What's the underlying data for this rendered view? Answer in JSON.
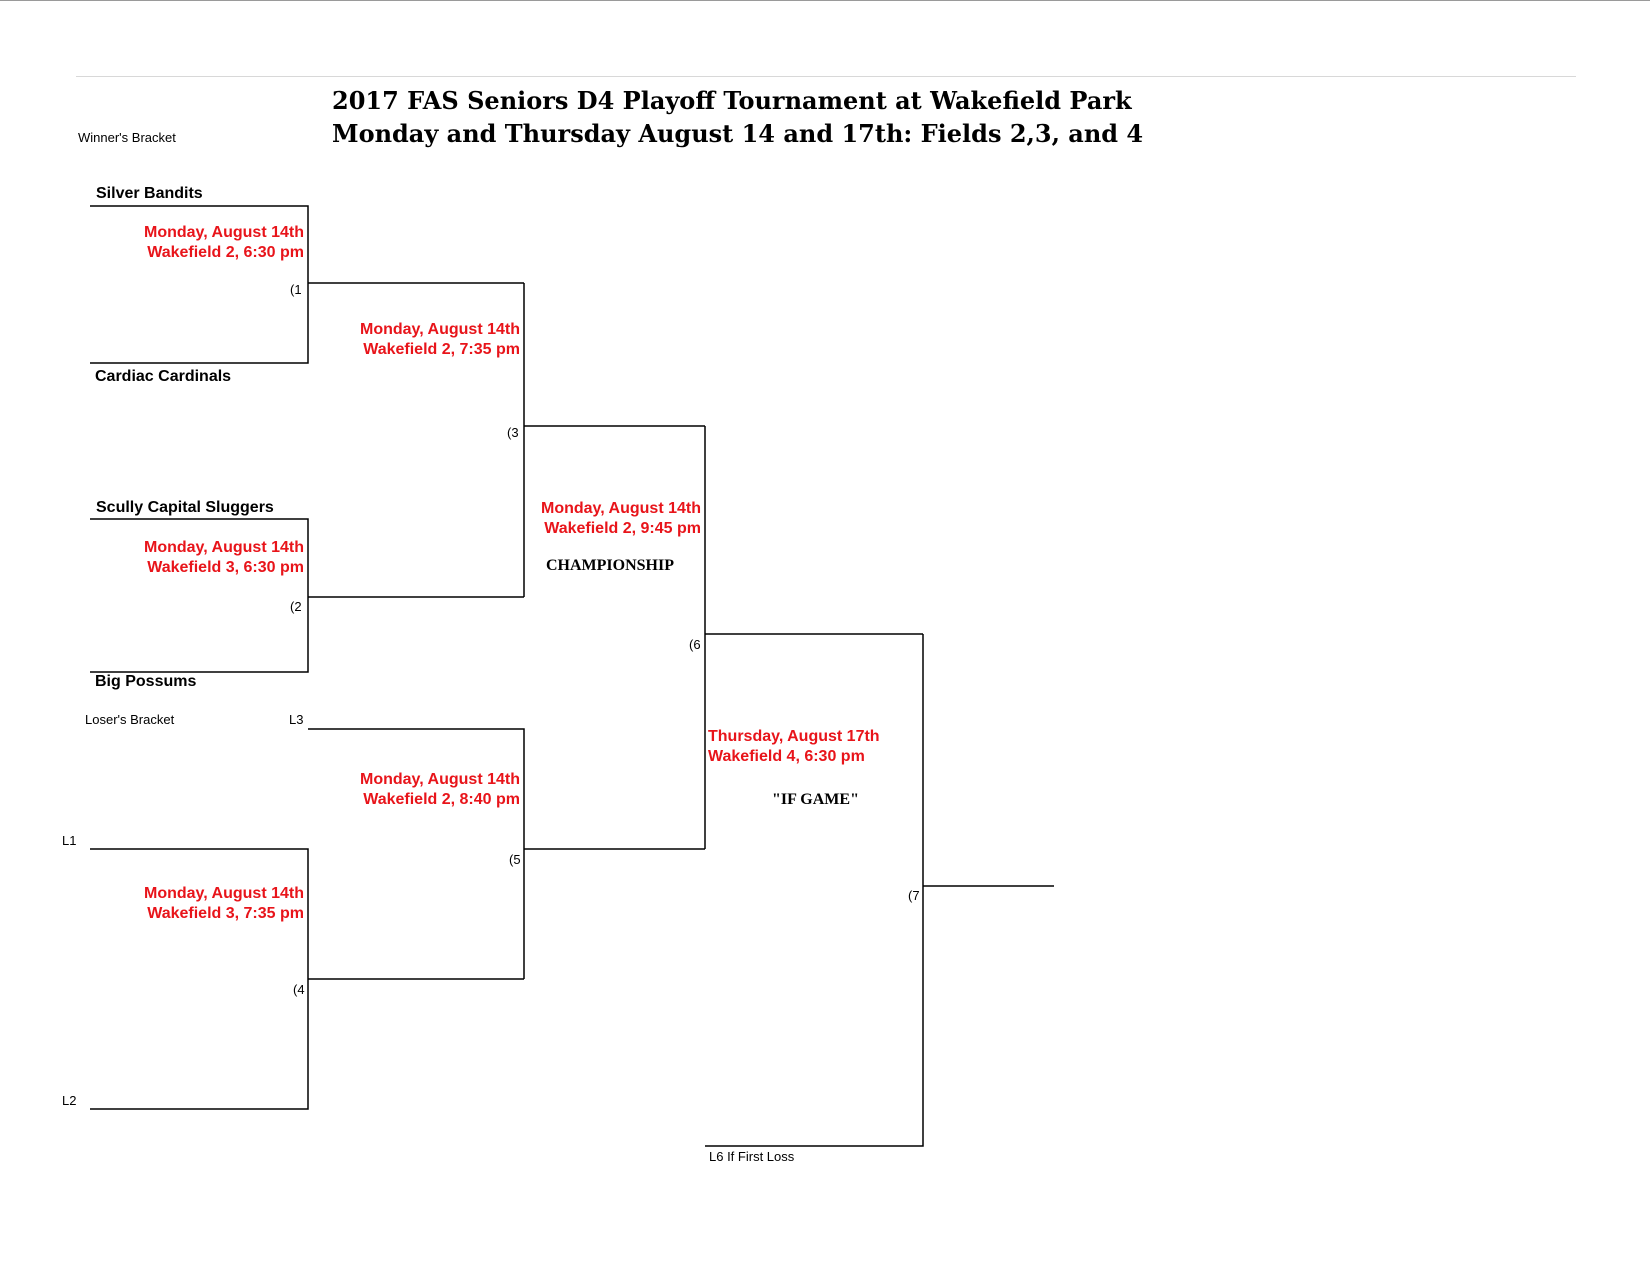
{
  "header": {
    "title_line1": "2017 FAS Seniors D4 Playoff Tournament at Wakefield Park",
    "title_line2": "Monday and Thursday August 14 and 17th: Fields 2,3, and 4"
  },
  "labels": {
    "winners_bracket": "Winner's Bracket",
    "losers_bracket": "Loser's Bracket",
    "championship": "CHAMPIONSHIP",
    "if_game": "\"IF GAME\"",
    "l6_first_loss": "L6 If First Loss",
    "l3": "L3",
    "l1": "L1",
    "l2": "L2"
  },
  "teams": {
    "silver_bandits": "Silver Bandits",
    "cardiac_cardinals": "Cardiac Cardinals",
    "scully_capital_sluggers": "Scully Capital Sluggers",
    "big_possums": "Big Possums"
  },
  "games": [
    {
      "number": "(1",
      "day": "Monday, August 14th",
      "field_time": "Wakefield 2, 6:30 pm"
    },
    {
      "number": "(2",
      "day": "Monday, August 14th",
      "field_time": "Wakefield 3, 6:30 pm"
    },
    {
      "number": "(3",
      "day": "Monday, August 14th",
      "field_time": "Wakefield 2, 7:35 pm"
    },
    {
      "number": "(4",
      "day": "Monday, August 14th",
      "field_time": "Wakefield 3, 7:35 pm"
    },
    {
      "number": "(5",
      "day": "Monday, August 14th",
      "field_time": "Wakefield 2, 8:40 pm"
    },
    {
      "number": "(6",
      "day": "Monday, August 14th",
      "field_time": "Wakefield 2, 9:45 pm"
    },
    {
      "number": "(7",
      "day": "Thursday, August 17th",
      "field_time": "Wakefield 4, 6:30 pm"
    }
  ]
}
